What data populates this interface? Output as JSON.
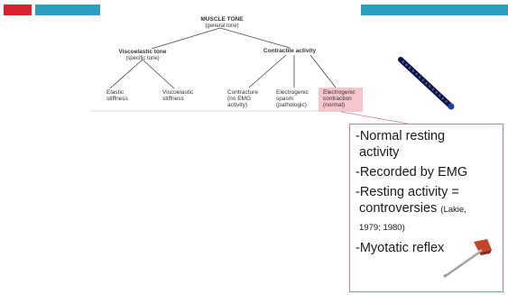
{
  "tree": {
    "root": {
      "line1": "MUSCLE TONE",
      "line2": "(general tone)"
    },
    "viscoelastic": {
      "line1": "Viscoelastic tone",
      "line2": "(specific tone)"
    },
    "contractile": {
      "line1": "Contractile activity"
    },
    "elastic": {
      "line1": "Elastic",
      "line2": "stiffness"
    },
    "viscoelastic_stiffness": {
      "line1": "Viscoelastic",
      "line2": "stiffness"
    },
    "contracture": {
      "line1": "Contracture",
      "line2": "(no EMG",
      "line3": "activity)"
    },
    "spasm": {
      "line1": "Electrogenic",
      "line2": "spasm",
      "line3": "(pathologic)"
    },
    "contraction": {
      "line1": "Electrogenic",
      "line2": "contraction",
      "line3": "(normal)"
    }
  },
  "info": {
    "b1a": "-Normal resting",
    "b1b": "activity",
    "b2": "-Recorded by EMG",
    "b3a": "-Resting activity =",
    "b3b": "controversies",
    "b3c": "(Lakie,",
    "b3d": "1979; 1980)",
    "b4": "-Myotatic reflex"
  },
  "colors": {
    "red_bar": "#d8222d",
    "blue_bar": "#2e9ec0",
    "highlight": "#f7c5cc",
    "box_border": "#e0788a"
  },
  "icons": [
    "emg-needle-icon",
    "reflex-hammer-icon"
  ]
}
